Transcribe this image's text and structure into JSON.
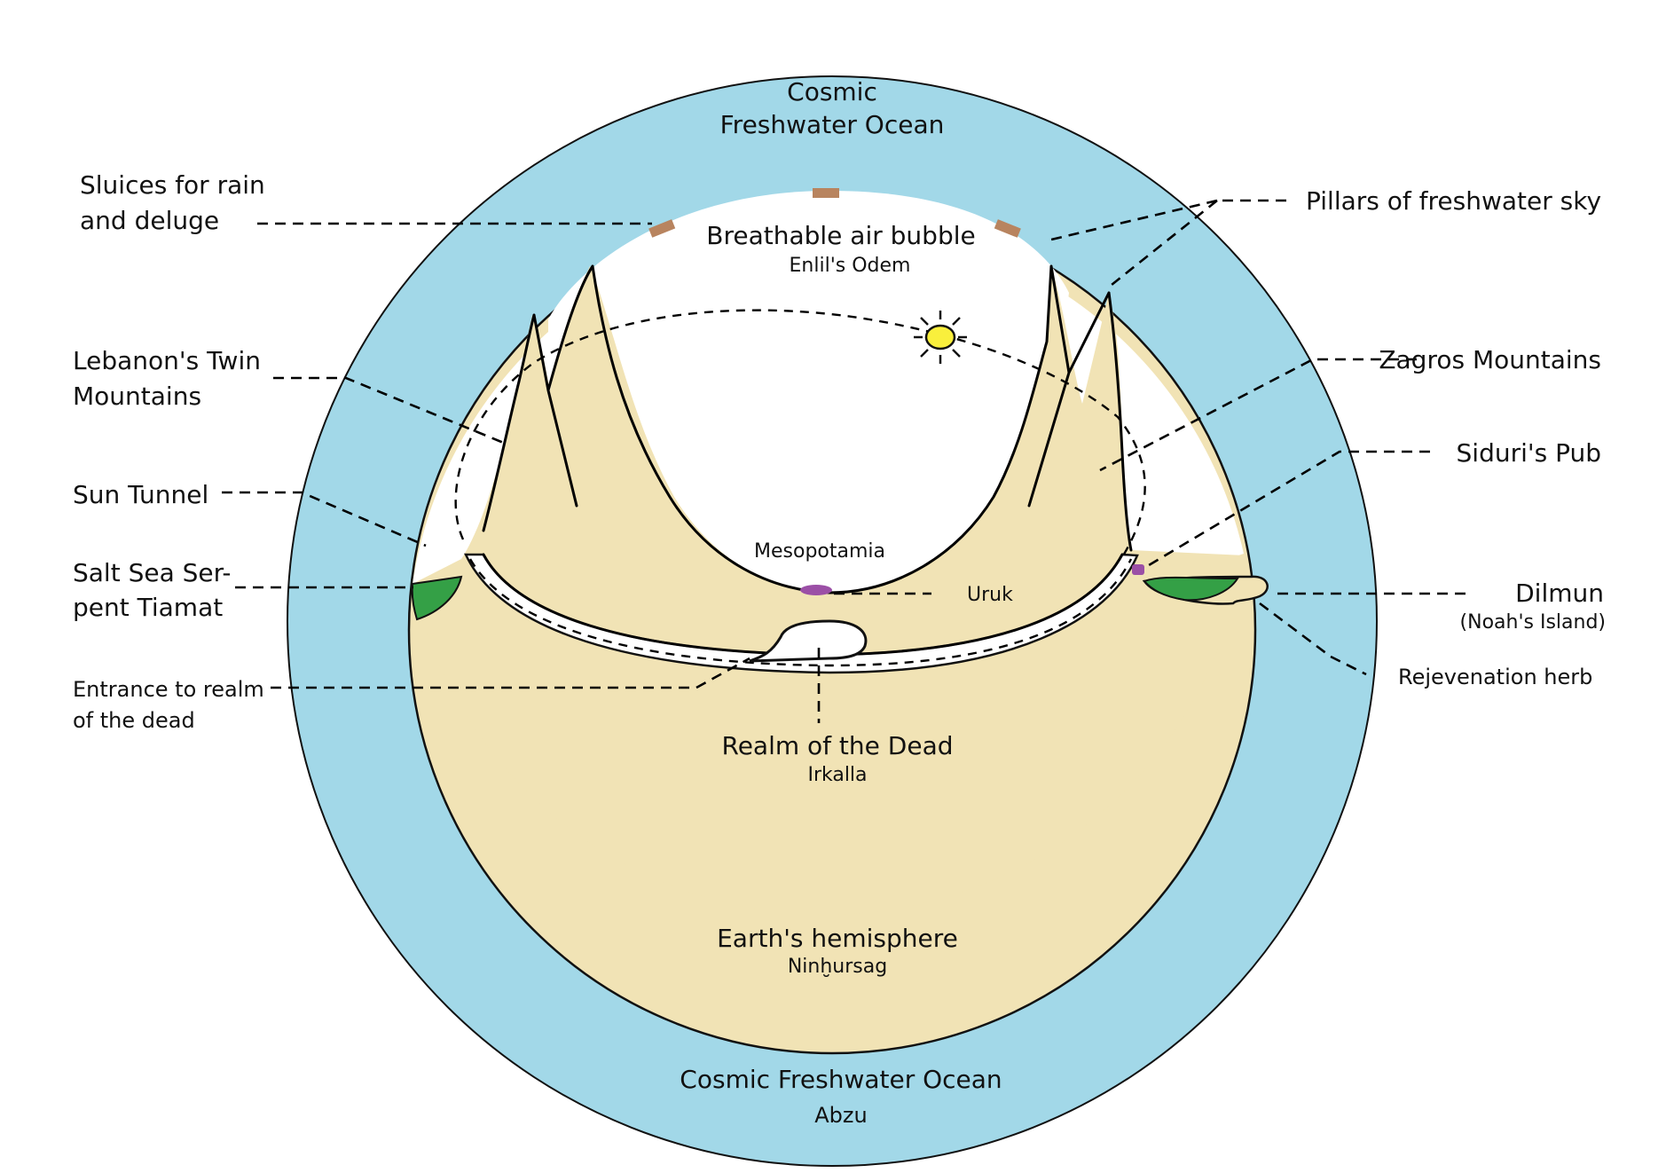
{
  "colors": {
    "ocean": "#a2d8e8",
    "earth": "#f1e3b5",
    "air": "#ffffff",
    "sluice": "#b8845f",
    "green": "#34a046",
    "purple": "#9b4fa6",
    "sun": "#f9ef3c"
  },
  "icons": {
    "sun": "sun-icon"
  },
  "labels": {
    "ocean_top_1": "Cosmic",
    "ocean_top_2": "Freshwater Ocean",
    "sluices_1": "Sluices for rain",
    "sluices_2": "and deluge",
    "air_bubble": "Breathable air bubble",
    "air_bubble_sub": "Enlil's Odem",
    "pillars": "Pillars of freshwater sky",
    "lebanon_1": "Lebanon's Twin",
    "lebanon_2": "Mountains",
    "zagros": "Zagros Mountains",
    "sun_tunnel": "Sun Tunnel",
    "siduri": "Siduri's Pub",
    "tiamat_1": "Salt Sea Ser-",
    "tiamat_2": "pent Tiamat",
    "mesopotamia": "Mesopotamia",
    "uruk": "Uruk",
    "dilmun": "Dilmun",
    "dilmun_sub": "(Noah's Island)",
    "entrance_1": "Entrance to realm",
    "entrance_2": "of the dead",
    "rejuvenation": "Rejevenation herb",
    "realm_dead": "Realm of the Dead",
    "realm_dead_sub": "Irkalla",
    "earth_hemi": "Earth's hemisphere",
    "earth_hemi_sub": "Ninḫursag",
    "ocean_bottom": "Cosmic Freshwater Ocean",
    "ocean_bottom_sub": "Abzu"
  }
}
